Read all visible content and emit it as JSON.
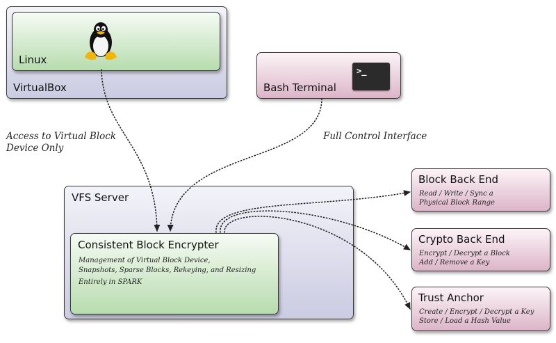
{
  "virtualbox": {
    "label": "VirtualBox",
    "linux": {
      "label": "Linux",
      "icon": "tux-penguin-icon"
    }
  },
  "bash": {
    "label": "Bash Terminal",
    "icon": "terminal-icon",
    "prompt": ">_"
  },
  "vfs_server": {
    "label": "VFS Server",
    "cbe": {
      "label": "Consistent Block Encrypter",
      "desc_line1": "Management of Virtual Block Device,",
      "desc_line2": "Snapshots, Sparse Blocks, Rekeying, and Resizing",
      "desc_line3": "Entirely in SPARK"
    }
  },
  "back_ends": [
    {
      "label": "Block Back End",
      "line1": "Read / Write / Sync a",
      "line2": "Physical Block Range"
    },
    {
      "label": "Crypto Back End",
      "line1": "Encrypt / Decrypt a Block",
      "line2": "Add / Remove a Key"
    },
    {
      "label": "Trust Anchor",
      "line1": "Create / Encrypt / Decrypt a Key",
      "line2": "Store / Load a Hash Value"
    }
  ],
  "edges": {
    "linux_label_line1": "Access to Virtual Block",
    "linux_label_line2": "Device Only",
    "bash_label": "Full Control Interface"
  },
  "colors": {
    "purple": "#cbcbe2",
    "green": "#b7dcae",
    "pink": "#dcb5c8",
    "terminal": "#2b2b2b"
  }
}
